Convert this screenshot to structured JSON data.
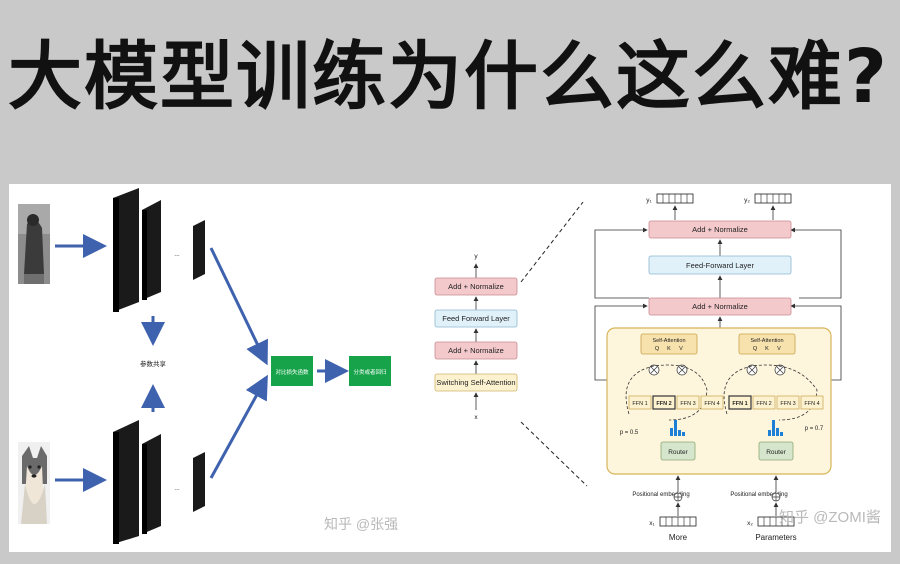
{
  "title": "大模型训练为什么这么难?",
  "left_diagram": {
    "shared_params_label": "参数共享",
    "contrastive_loss_label": "对比损失函数",
    "class_box_label": "分类或者回归",
    "ellipsis": "...",
    "watermark": "知乎 @张强"
  },
  "middle_block": {
    "output_label": "y",
    "input_label": "x",
    "layers": [
      "Add + Normalize",
      "Feed Forward Layer",
      "Add + Normalize",
      "Switching Self-Attention"
    ]
  },
  "right_block": {
    "y1_label": "y₁",
    "y2_label": "y₂",
    "top_add_norm": "Add + Normalize",
    "ffn_layer": "Feed-Forward Layer",
    "mid_add_norm": "Add + Normalize",
    "self_attention": "Self-Attention",
    "qkv": [
      "Q",
      "K",
      "V"
    ],
    "ffn_labels": [
      "FFN 1",
      "FFN 2",
      "FFN 3",
      "FFN 4"
    ],
    "p_left": "p = 0.5",
    "p_right": "p = 0.7",
    "router": "Router",
    "positional_embedding": "Positional embedding",
    "x1_label": "x₁",
    "x2_label": "x₂",
    "token1": "More",
    "token2": "Parameters",
    "watermark": "知乎 @ZOMI酱"
  },
  "colors": {
    "arrow_blue": "#3e62ae",
    "green_box": "#16a34a",
    "pink_box": "#f4c9cc",
    "blue_box": "#e1f1fa",
    "yellow_box": "#fdf2d0",
    "router_green": "#d6e6cc",
    "bar_blue": "#1e7fd6"
  }
}
